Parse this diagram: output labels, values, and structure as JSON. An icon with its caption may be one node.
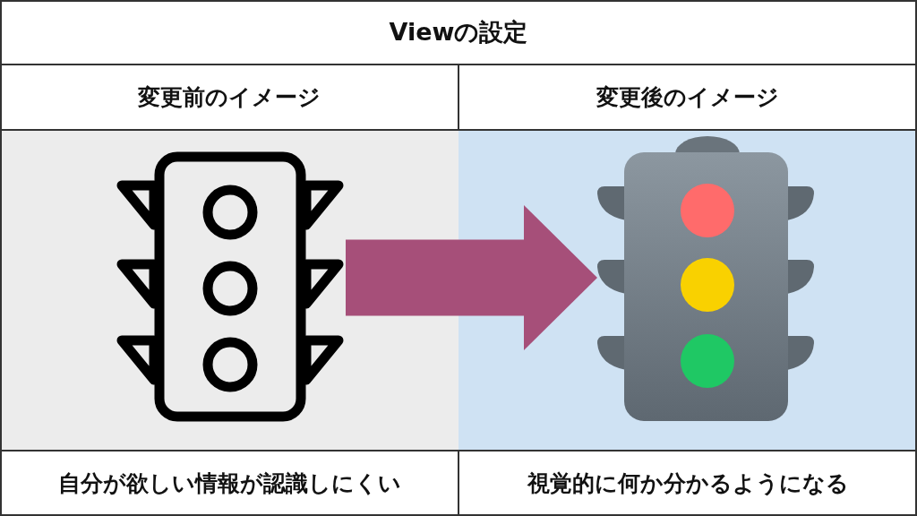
{
  "diagram": {
    "nodes": [
      {
        "text": [],
        "shape": "picture"
      },
      {
        "text": [],
        "shape": "picture"
      }
    ],
    "edges": [
      {
        "from": 0,
        "to": 1,
        "arrow": "to",
        "color": "#a64f79"
      }
    ],
    "labels": [
      "Viewの設定",
      "変更前のイメージ",
      "変更後のイメージ",
      "自分が欲しい情報が認識しにくい",
      "視覚的に何か分かるようになる"
    ]
  }
}
